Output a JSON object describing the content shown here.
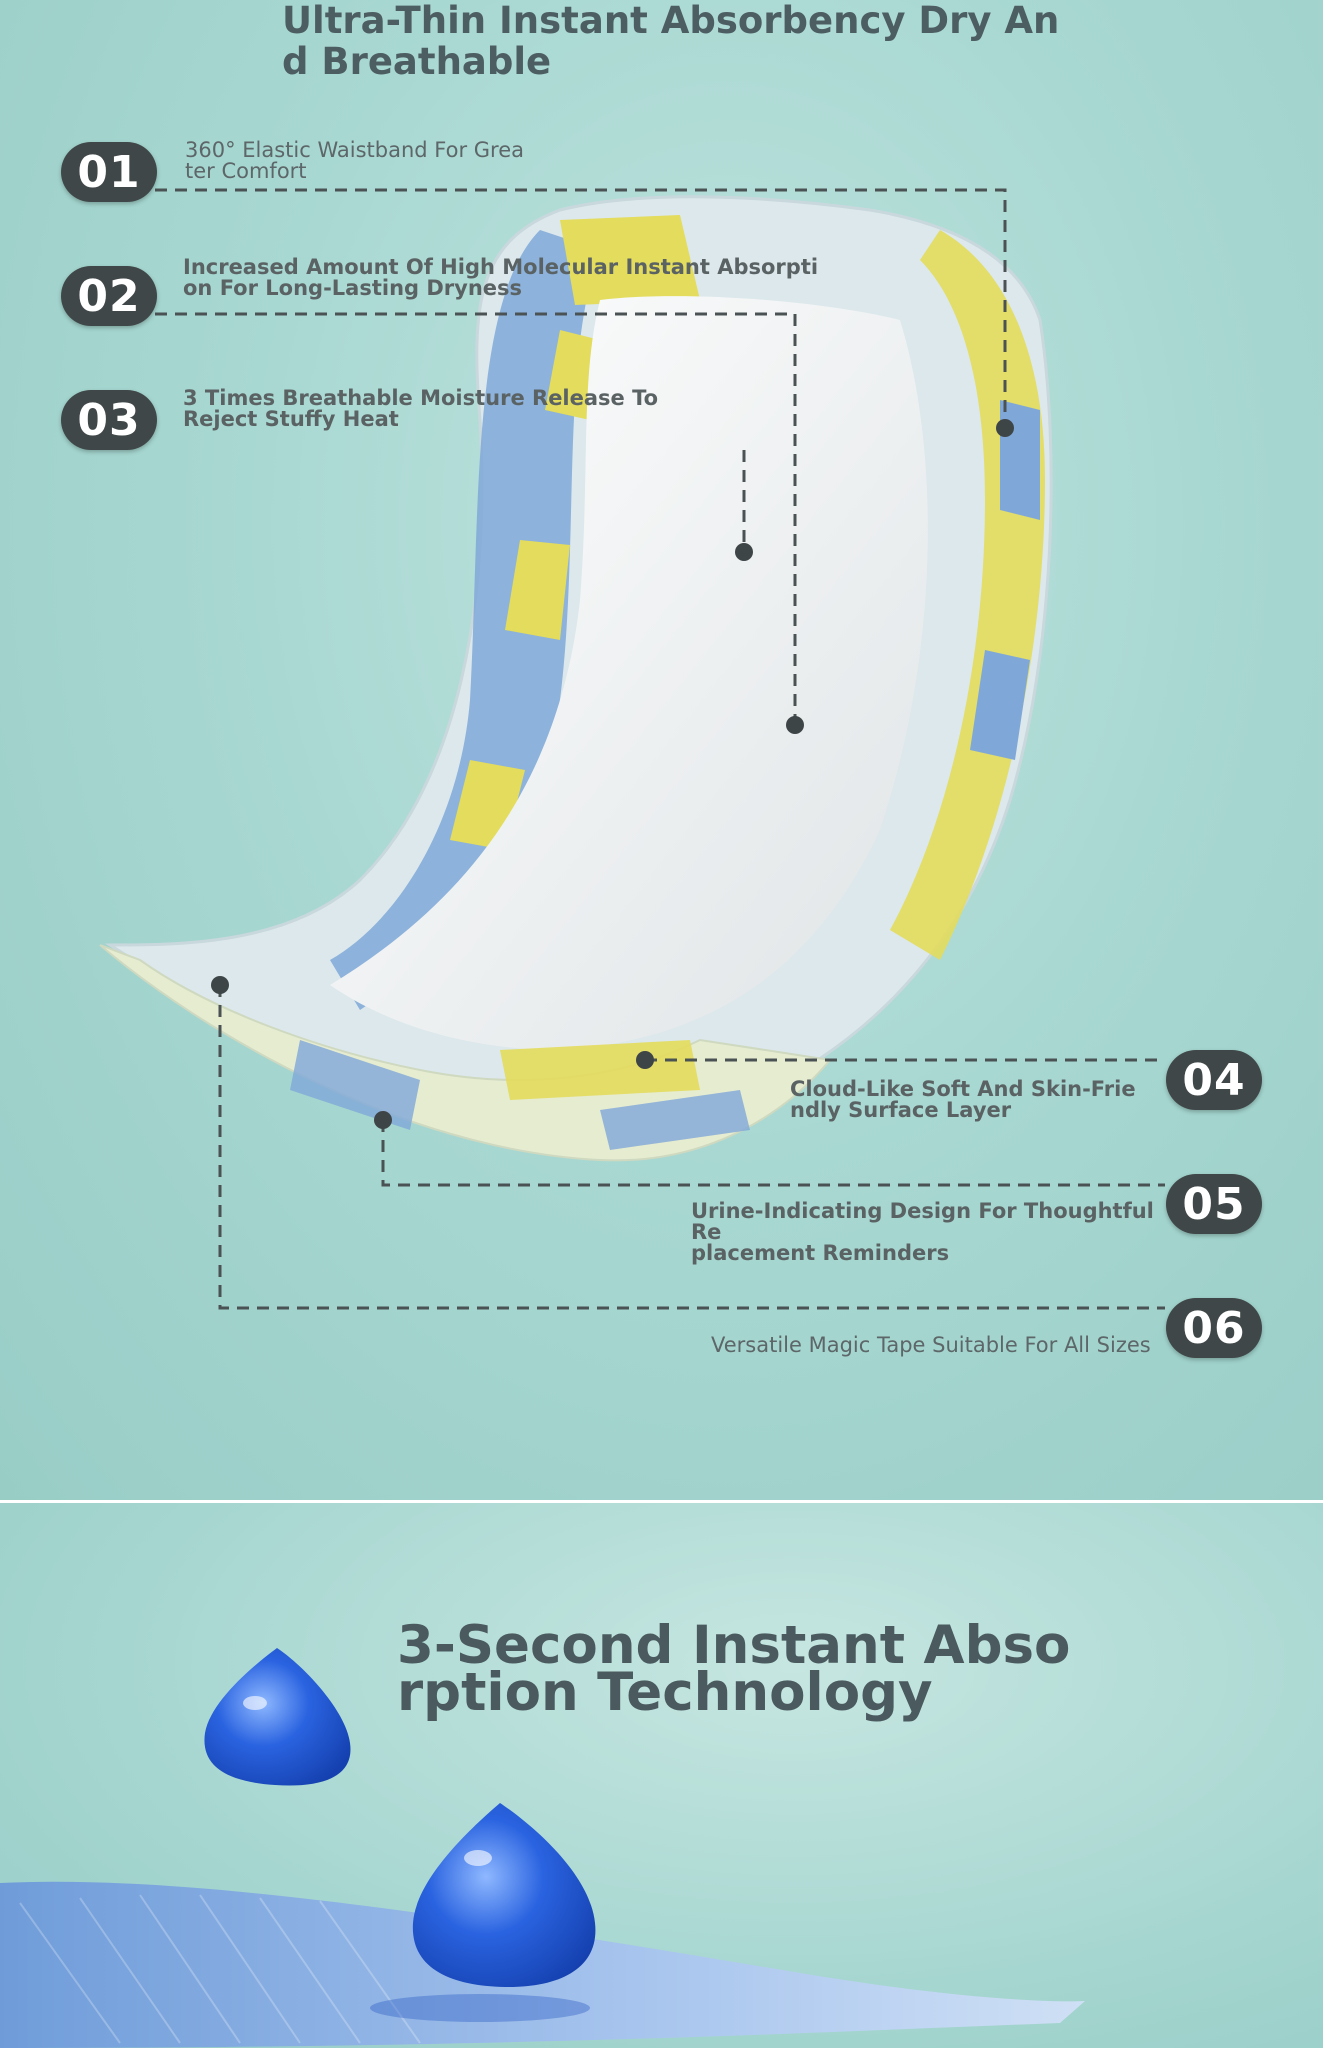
{
  "header": {
    "title": "Ultra-Thin Instant Absorbency Dry An\nd Breathable"
  },
  "features": [
    {
      "number": "01",
      "text": "360° Elastic Waistband For Grea\nter Comfort"
    },
    {
      "number": "02",
      "text": "Increased Amount Of High Molecular Instant Absorpti\non For Long-Lasting Dryness"
    },
    {
      "number": "03",
      "text": "3 Times Breathable Moisture Release To\n Reject Stuffy Heat"
    },
    {
      "number": "04",
      "text": "Cloud-Like Soft And Skin-Frie\nndly Surface Layer"
    },
    {
      "number": "05",
      "text": "Urine-Indicating Design For Thoughtful Re\nplacement Reminders"
    },
    {
      "number": "06",
      "text": "Versatile Magic Tape Suitable For All Sizes"
    }
  ],
  "section2": {
    "title": "3-Second Instant Abso\nrption Technology"
  },
  "colors": {
    "background": "#a9d8d2",
    "badge": "#404748",
    "text": "#4d5e63",
    "diaper_yellow": "#e3dc5c",
    "diaper_blue": "#7fa8d8",
    "droplet": "#2a63e0"
  }
}
